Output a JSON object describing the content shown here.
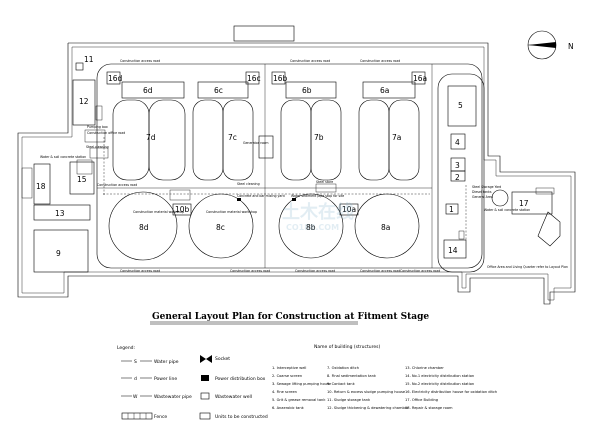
{
  "title": "General Layout Plan for Construction at Fitment Stage",
  "north_label": "N",
  "office_note": "Office Area and Living Quarter refer to Layout Plan",
  "watermark": {
    "main": "土木在线",
    "sub": "CO188.COM"
  },
  "units": {
    "u1": "1",
    "u2": "2",
    "u3": "3",
    "u4": "4",
    "u5": "5",
    "u6a": "6a",
    "u6b": "6b",
    "u6c": "6c",
    "u6d": "6d",
    "u7a": "7a",
    "u7b": "7b",
    "u7c": "7c",
    "u7d": "7d",
    "u8a": "8a",
    "u8b": "8b",
    "u8c": "8c",
    "u8d": "8d",
    "u9": "9",
    "u10a": "10a",
    "u10b": "10b",
    "u11": "11",
    "u12": "12",
    "u13": "13",
    "u14": "14",
    "u15": "15",
    "u16a": "16a",
    "u16b": "16b",
    "u16c": "16c",
    "u16d": "16d",
    "u17": "17",
    "u18": "18"
  },
  "road_labels": [
    "Construction access road",
    "Construction access road",
    "Construction access road",
    "Construction access road",
    "Construction access road",
    "Construction access road",
    "Construction access road",
    "Construction access road"
  ],
  "small_notes": [
    "Pumping box",
    "Construction office road",
    "Water & soil concrete station",
    "Steel cleaning",
    "Construction access road",
    "Steel cleaning",
    "Steel store",
    "Construction material workshop",
    "Construction material workshop",
    "Concrete and bar mixing yard",
    "Generator room",
    "Water sediment pipe stop for site",
    "Steel Storage Yard",
    "General Area",
    "Water & soil concrete station",
    "Diesel tanks"
  ],
  "legend": {
    "heading": "Legend:",
    "rows": [
      {
        "symbol": "S",
        "label": "Water pipe",
        "symbol2": "Socket"
      },
      {
        "symbol": "d",
        "label": "Power line",
        "symbol2": "Power distribution box"
      },
      {
        "symbol": "W",
        "label": "Wastewater pipe",
        "symbol2": "Wastewater well"
      },
      {
        "symbol": "",
        "label": "Fence",
        "symbol2": "Units to be constructed"
      }
    ]
  },
  "buildings_heading": "Name of building (structures)",
  "buildings_col1": [
    "1. Interceptive well",
    "2. Coarse screen",
    "3. Sewage lifting pumping house",
    "4. Fine screen",
    "5. Grit & grease removal tank",
    "6. Anaerobic tank"
  ],
  "buildings_col2": [
    "7. Oxidation ditch",
    "8. Final sedimentation tank",
    "9. Contact tank",
    "10. Return & excess sludge pumping house",
    "11. Sludge storage tank",
    "12. Sludge thickening & dewatering chamber"
  ],
  "buildings_col3": [
    "13. Chlorine chamber",
    "14. No.1 electricity distribution station",
    "15. No.2 electricity distribution station",
    "16. Electricity distribution house for oxidation ditch",
    "17. Office Building",
    "18. Repair & storage room"
  ]
}
